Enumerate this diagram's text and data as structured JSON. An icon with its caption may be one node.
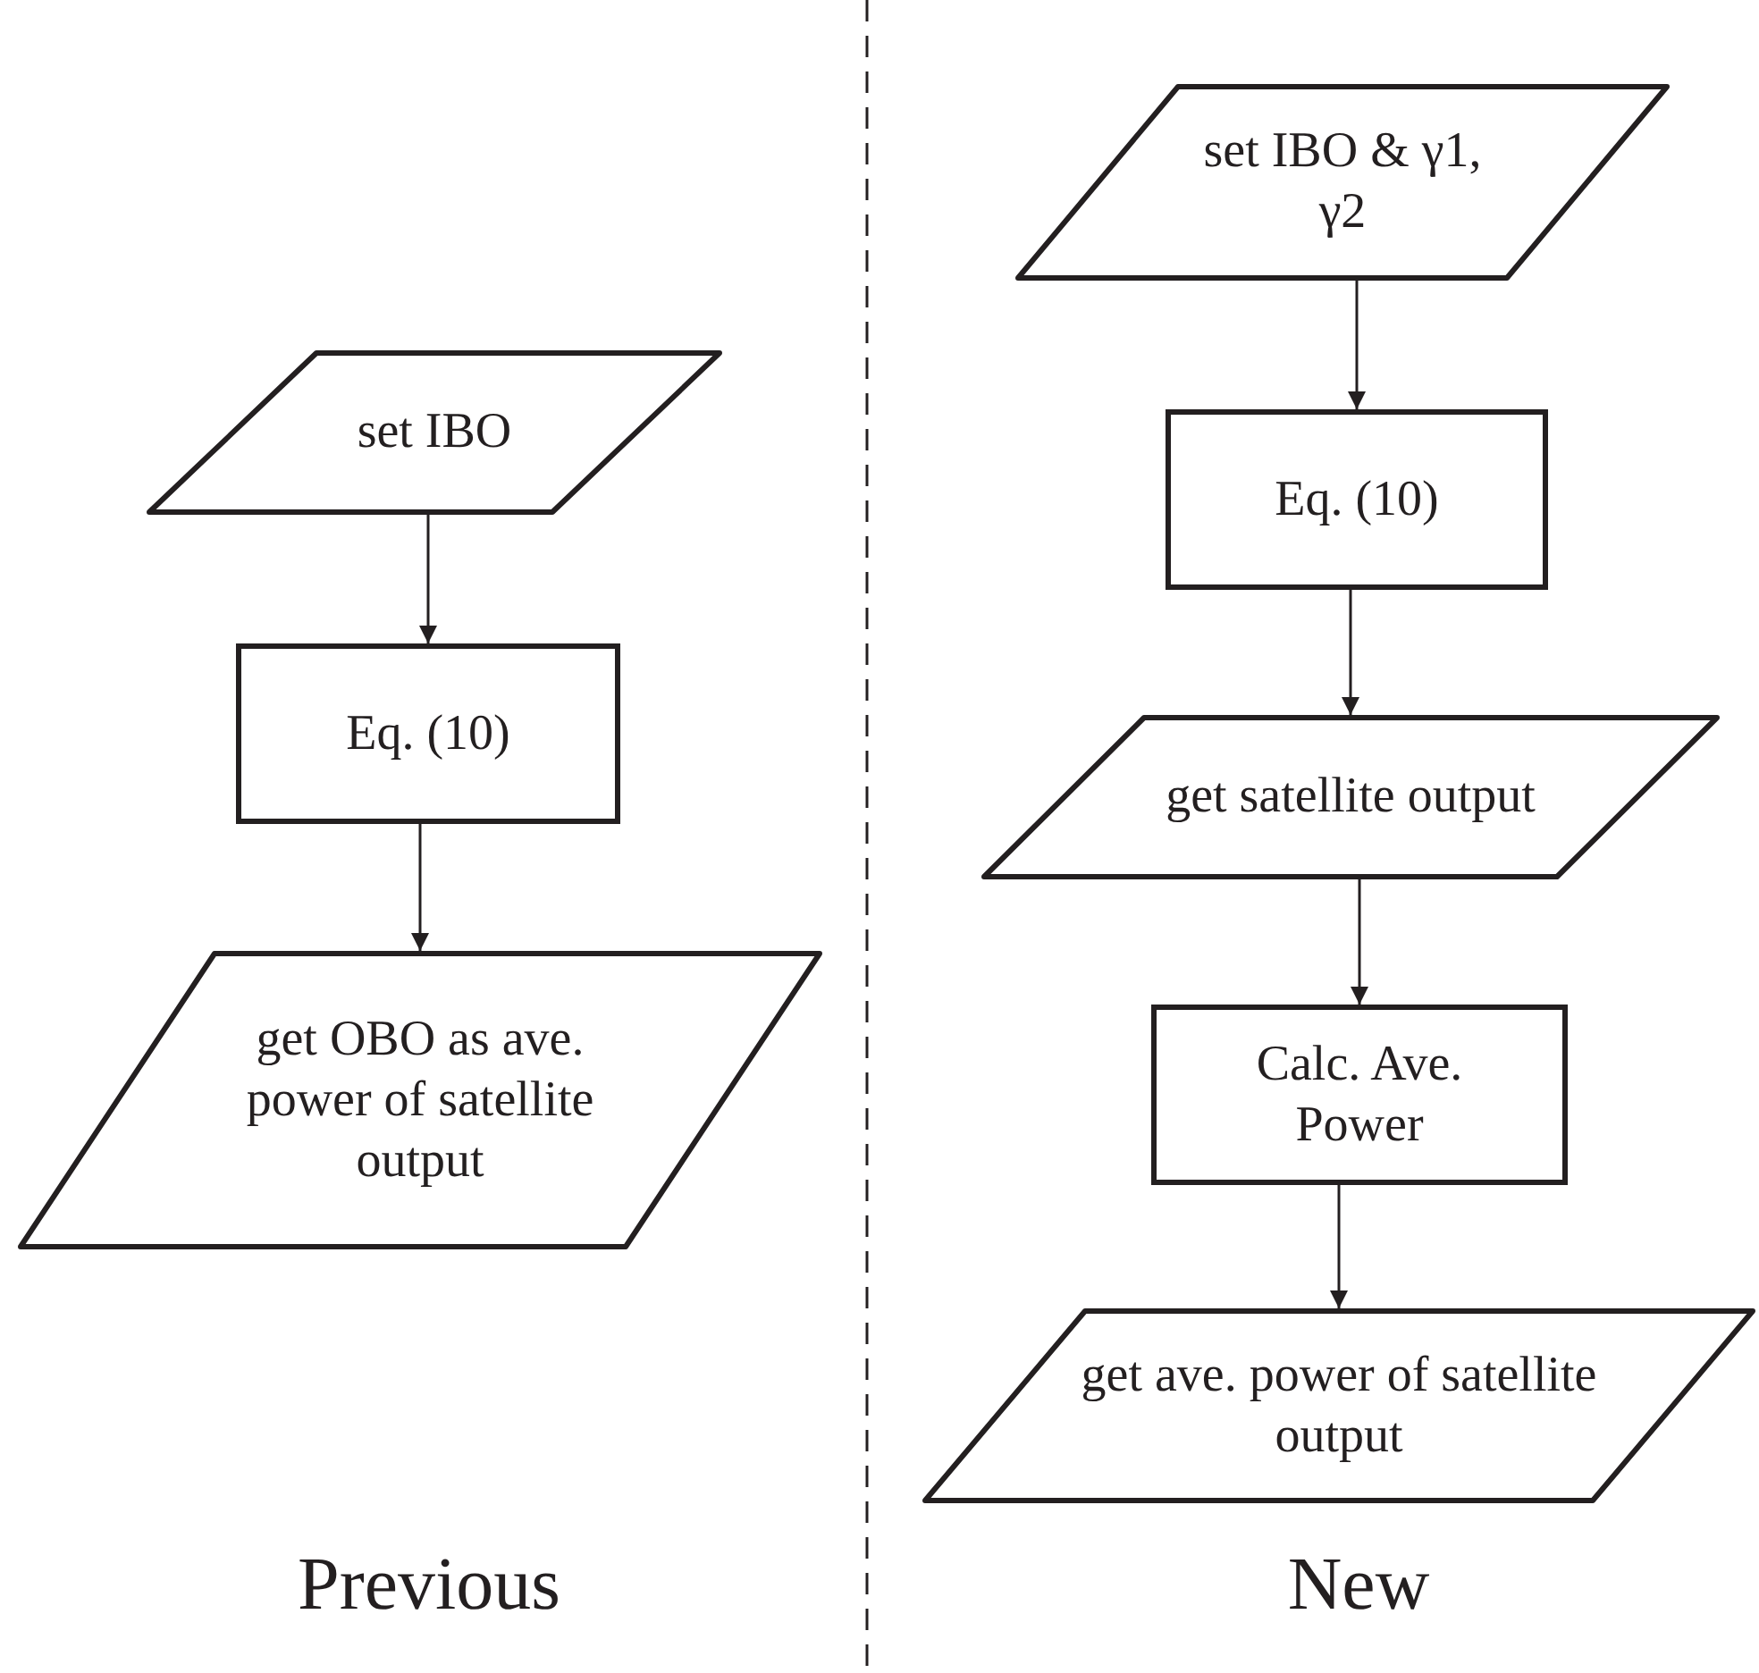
{
  "diagram": {
    "nodes": [
      {
        "text": [
          "set IBO"
        ]
      },
      {
        "text": [
          "Eq. (10)"
        ]
      },
      {
        "text": [
          "get OBO as ave. power of satellite output"
        ]
      },
      {
        "text": [
          "set IBO & γ1, γ2"
        ]
      },
      {
        "text": [
          "Eq. (10)"
        ]
      },
      {
        "text": [
          "get satellite output"
        ]
      },
      {
        "text": [
          "Calc. Ave. Power"
        ]
      },
      {
        "text": [
          "get ave. power of satellite output"
        ]
      }
    ],
    "edges": [
      {
        "from": 0,
        "to": 1,
        "arrow": "to"
      },
      {
        "from": 1,
        "to": 2,
        "arrow": "to"
      },
      {
        "from": 3,
        "to": 4,
        "arrow": "to"
      },
      {
        "from": 4,
        "to": 5,
        "arrow": "to"
      },
      {
        "from": 5,
        "to": 6,
        "arrow": "to"
      },
      {
        "from": 6,
        "to": 7,
        "arrow": "to"
      }
    ],
    "labels": [
      "Previous",
      "New"
    ]
  }
}
